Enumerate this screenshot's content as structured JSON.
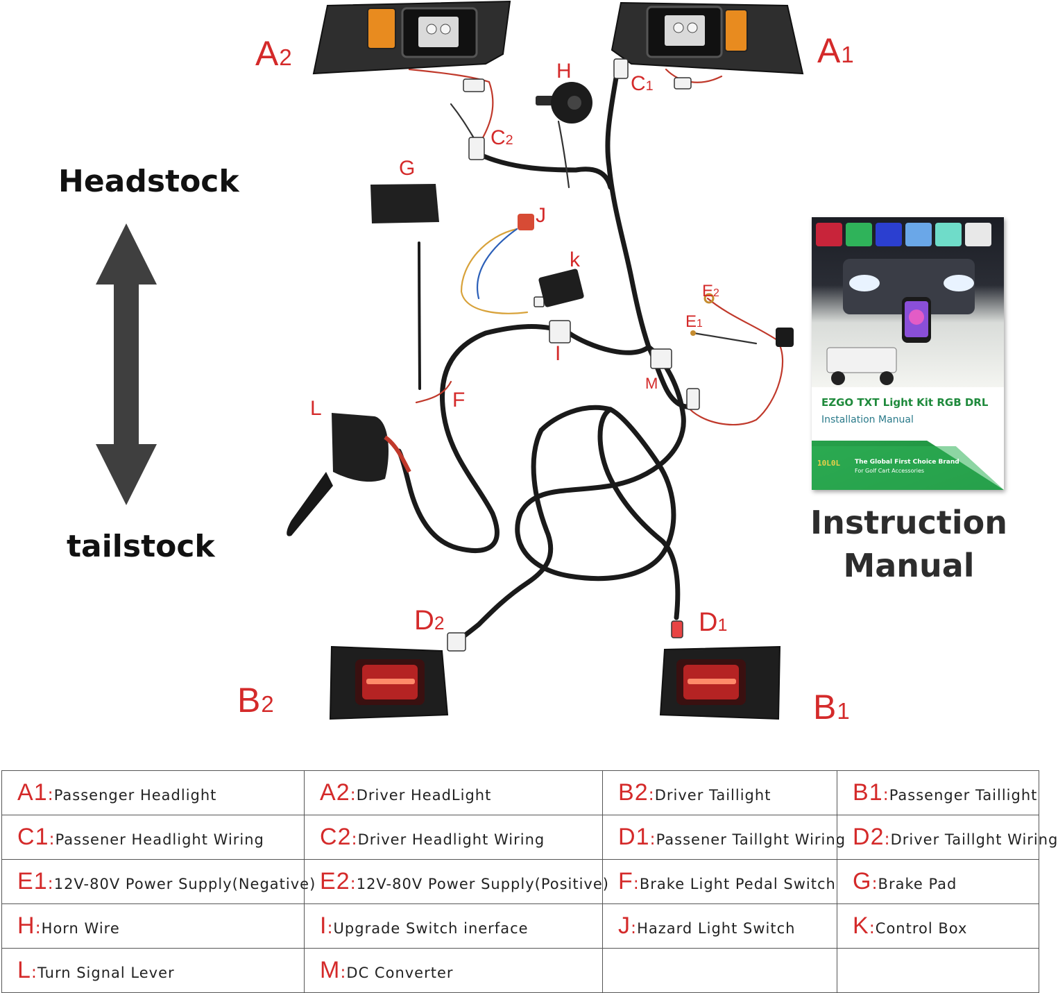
{
  "labels": {
    "A1": "A1",
    "A2": "A2",
    "B1": "B1",
    "B2": "B2",
    "C1": "C1",
    "C2": "C2",
    "D1": "D1",
    "D2": "D2",
    "E1": "E1",
    "E2": "E2",
    "F": "F",
    "G": "G",
    "H": "H",
    "I": "I",
    "J": "J",
    "K": "k",
    "L": "L",
    "M": "M"
  },
  "axis": {
    "top": "Headstock",
    "bottom": "tailstock"
  },
  "manual": {
    "title": "EZGO TXT Light Kit RGB DRL",
    "subtitle": "Installation Manual",
    "brand_line1": "The Global First Choice Brand",
    "brand_line2": "For Golf Cart Accessories",
    "logo": "10L0L",
    "caption_line1": "Instruction",
    "caption_line2": "Manual",
    "swatch_colors": [
      "#c8243a",
      "#2fb35a",
      "#2b3fd0",
      "#6aa7e8",
      "#6fdcc9",
      "#e8e8e8"
    ]
  },
  "legend": [
    [
      {
        "code": "A",
        "idx": "1",
        "text": "Passenger Headlight"
      },
      {
        "code": "A",
        "idx": "2",
        "text": "Driver HeadLight"
      },
      {
        "code": "B",
        "idx": "2",
        "text": "Driver Taillight"
      },
      {
        "code": "B",
        "idx": "1",
        "text": "Passenger Taillight"
      }
    ],
    [
      {
        "code": "C",
        "idx": "1",
        "text": "Passener Headlight Wiring"
      },
      {
        "code": "C",
        "idx": "2",
        "text": "Driver Headlight Wiring"
      },
      {
        "code": "D",
        "idx": "1",
        "text": "Passener Taillght Wiring"
      },
      {
        "code": "D",
        "idx": "2",
        "text": "Driver Taillght Wiring"
      }
    ],
    [
      {
        "code": "E",
        "idx": "1",
        "text": "12V-80V Power Supply(Negative)"
      },
      {
        "code": "E",
        "idx": "2",
        "text": "12V-80V Power Supply(Positive)"
      },
      {
        "code": "F",
        "idx": "",
        "text": "Brake Light Pedal Switch"
      },
      {
        "code": "G",
        "idx": "",
        "text": "Brake Pad"
      }
    ],
    [
      {
        "code": "H",
        "idx": "",
        "text": "Horn Wire"
      },
      {
        "code": "I",
        "idx": "",
        "text": "Upgrade Switch inerface"
      },
      {
        "code": "J",
        "idx": "",
        "text": "Hazard Light Switch"
      },
      {
        "code": "K",
        "idx": "",
        "text": "Control Box"
      }
    ],
    [
      {
        "code": "L",
        "idx": "",
        "text": "Turn Signal Lever"
      },
      {
        "code": "M",
        "idx": "",
        "text": "DC Converter"
      },
      {
        "code": "",
        "idx": "",
        "text": ""
      },
      {
        "code": "",
        "idx": "",
        "text": ""
      }
    ]
  ]
}
